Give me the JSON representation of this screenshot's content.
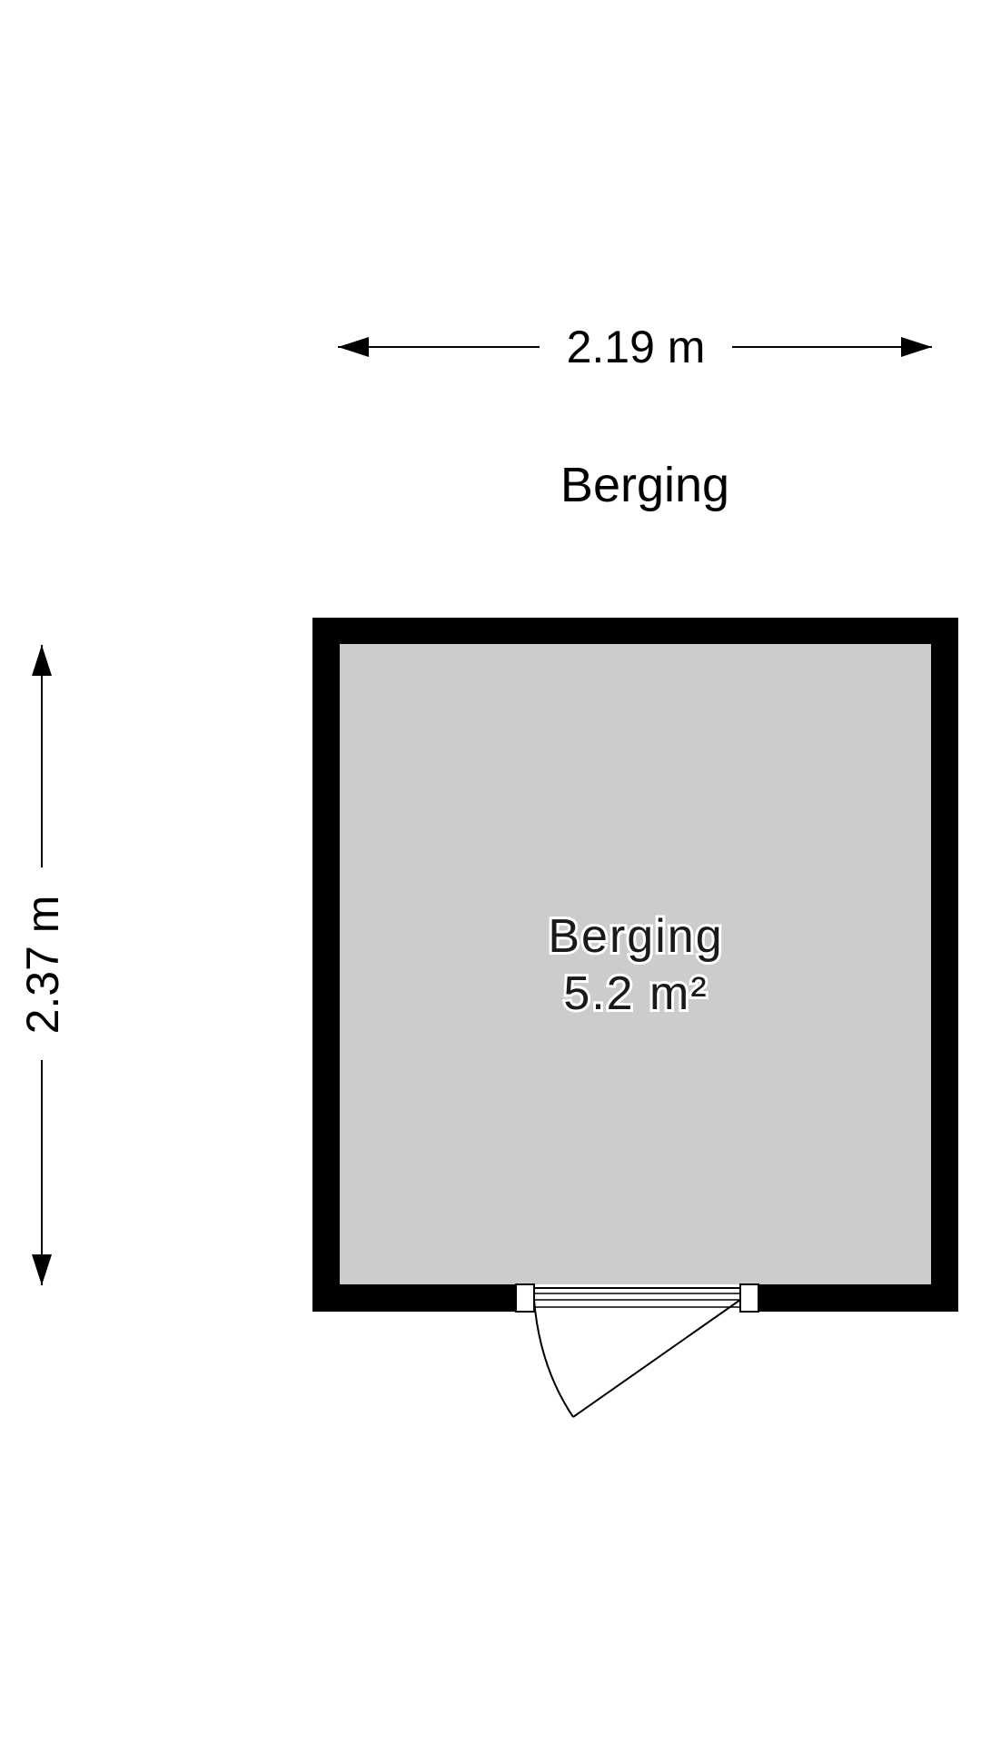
{
  "plan": {
    "title": "Berging",
    "width_dimension": "2.19 m",
    "height_dimension": "2.37 m",
    "room": {
      "name": "Berging",
      "area": "5.2 m²"
    },
    "colors": {
      "wall": "#000000",
      "floor": "#cccccc",
      "background": "#ffffff",
      "line": "#000000"
    }
  }
}
